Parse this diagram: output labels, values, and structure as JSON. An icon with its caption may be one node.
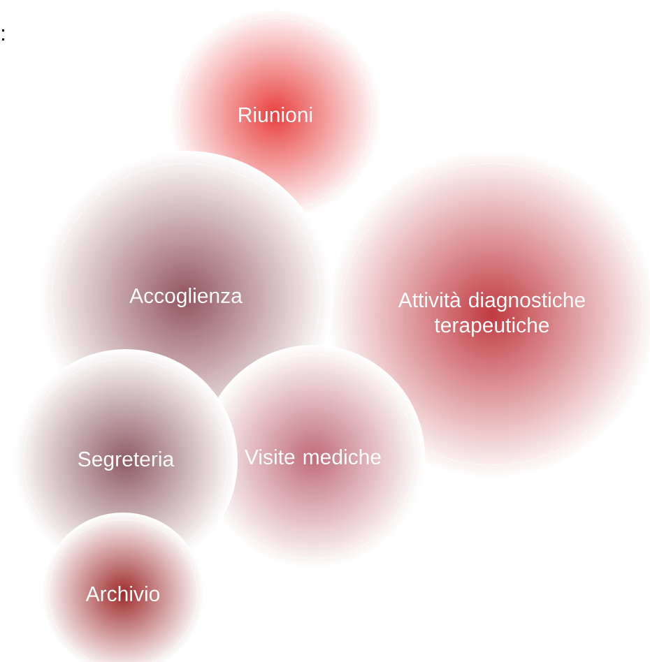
{
  "diagram": {
    "nodes": [
      {
        "text": [
          "Riunioni"
        ]
      },
      {
        "text": [
          "Accoglienza"
        ]
      },
      {
        "text": [
          "Attività diagnostiche terapeutiche"
        ]
      },
      {
        "text": [
          "Visite mediche"
        ]
      },
      {
        "text": [
          "Segreteria"
        ]
      },
      {
        "text": [
          "Archivio"
        ]
      }
    ],
    "labels": [
      ":"
    ]
  }
}
